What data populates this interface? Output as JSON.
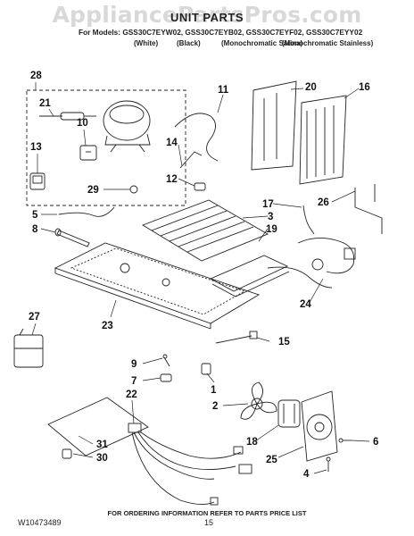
{
  "watermark": "AppliancePartsPros.com",
  "header": {
    "title": "UNIT PARTS",
    "models_line": "For Models: GSS30C7EYW02, GSS30C7EYB02, GSS30C7EYF02, GSS30C7EYY02",
    "variants": [
      "(White)",
      "(Black)",
      "(Monochromatic Satina)",
      "(Monochromatic Stainless)"
    ]
  },
  "callouts": [
    "28",
    "21",
    "10",
    "13",
    "29",
    "5",
    "8",
    "27",
    "23",
    "9",
    "7",
    "22",
    "31",
    "30",
    "11",
    "20",
    "16",
    "14",
    "12",
    "17",
    "3",
    "26",
    "19",
    "24",
    "15",
    "1",
    "2",
    "18",
    "25",
    "6",
    "4"
  ],
  "footer": {
    "order_note": "FOR ORDERING INFORMATION REFER TO PARTS PRICE LIST",
    "doc_number": "W10473489",
    "page_number": "15"
  }
}
